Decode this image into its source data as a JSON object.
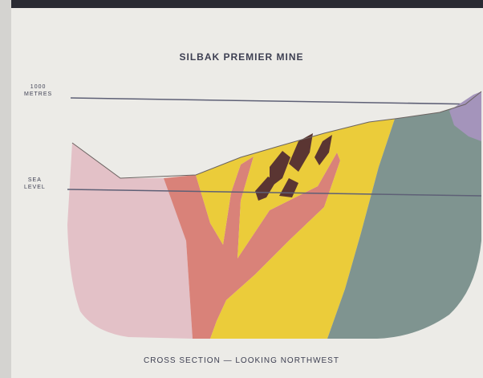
{
  "diagram": {
    "title": "SILBAK PREMIER MINE",
    "caption": "CROSS SECTION — LOOKING NORTHWEST",
    "reference_lines": [
      {
        "top": "1000",
        "bottom": "METRES"
      },
      {
        "top": "SEA",
        "bottom": "LEVEL"
      }
    ],
    "colors": {
      "background": "#e8e6e1",
      "paper": "#ecebe7",
      "frame": "#2a2b33",
      "pink_unit": "#e3c1c7",
      "red_intrusion": "#d98279",
      "yellow_unit": "#ebcc3a",
      "grey_green_unit": "#7f9490",
      "purple_unit": "#a494bb",
      "ore_zone": "#5a3532",
      "reference_line": "#5e6076"
    }
  }
}
